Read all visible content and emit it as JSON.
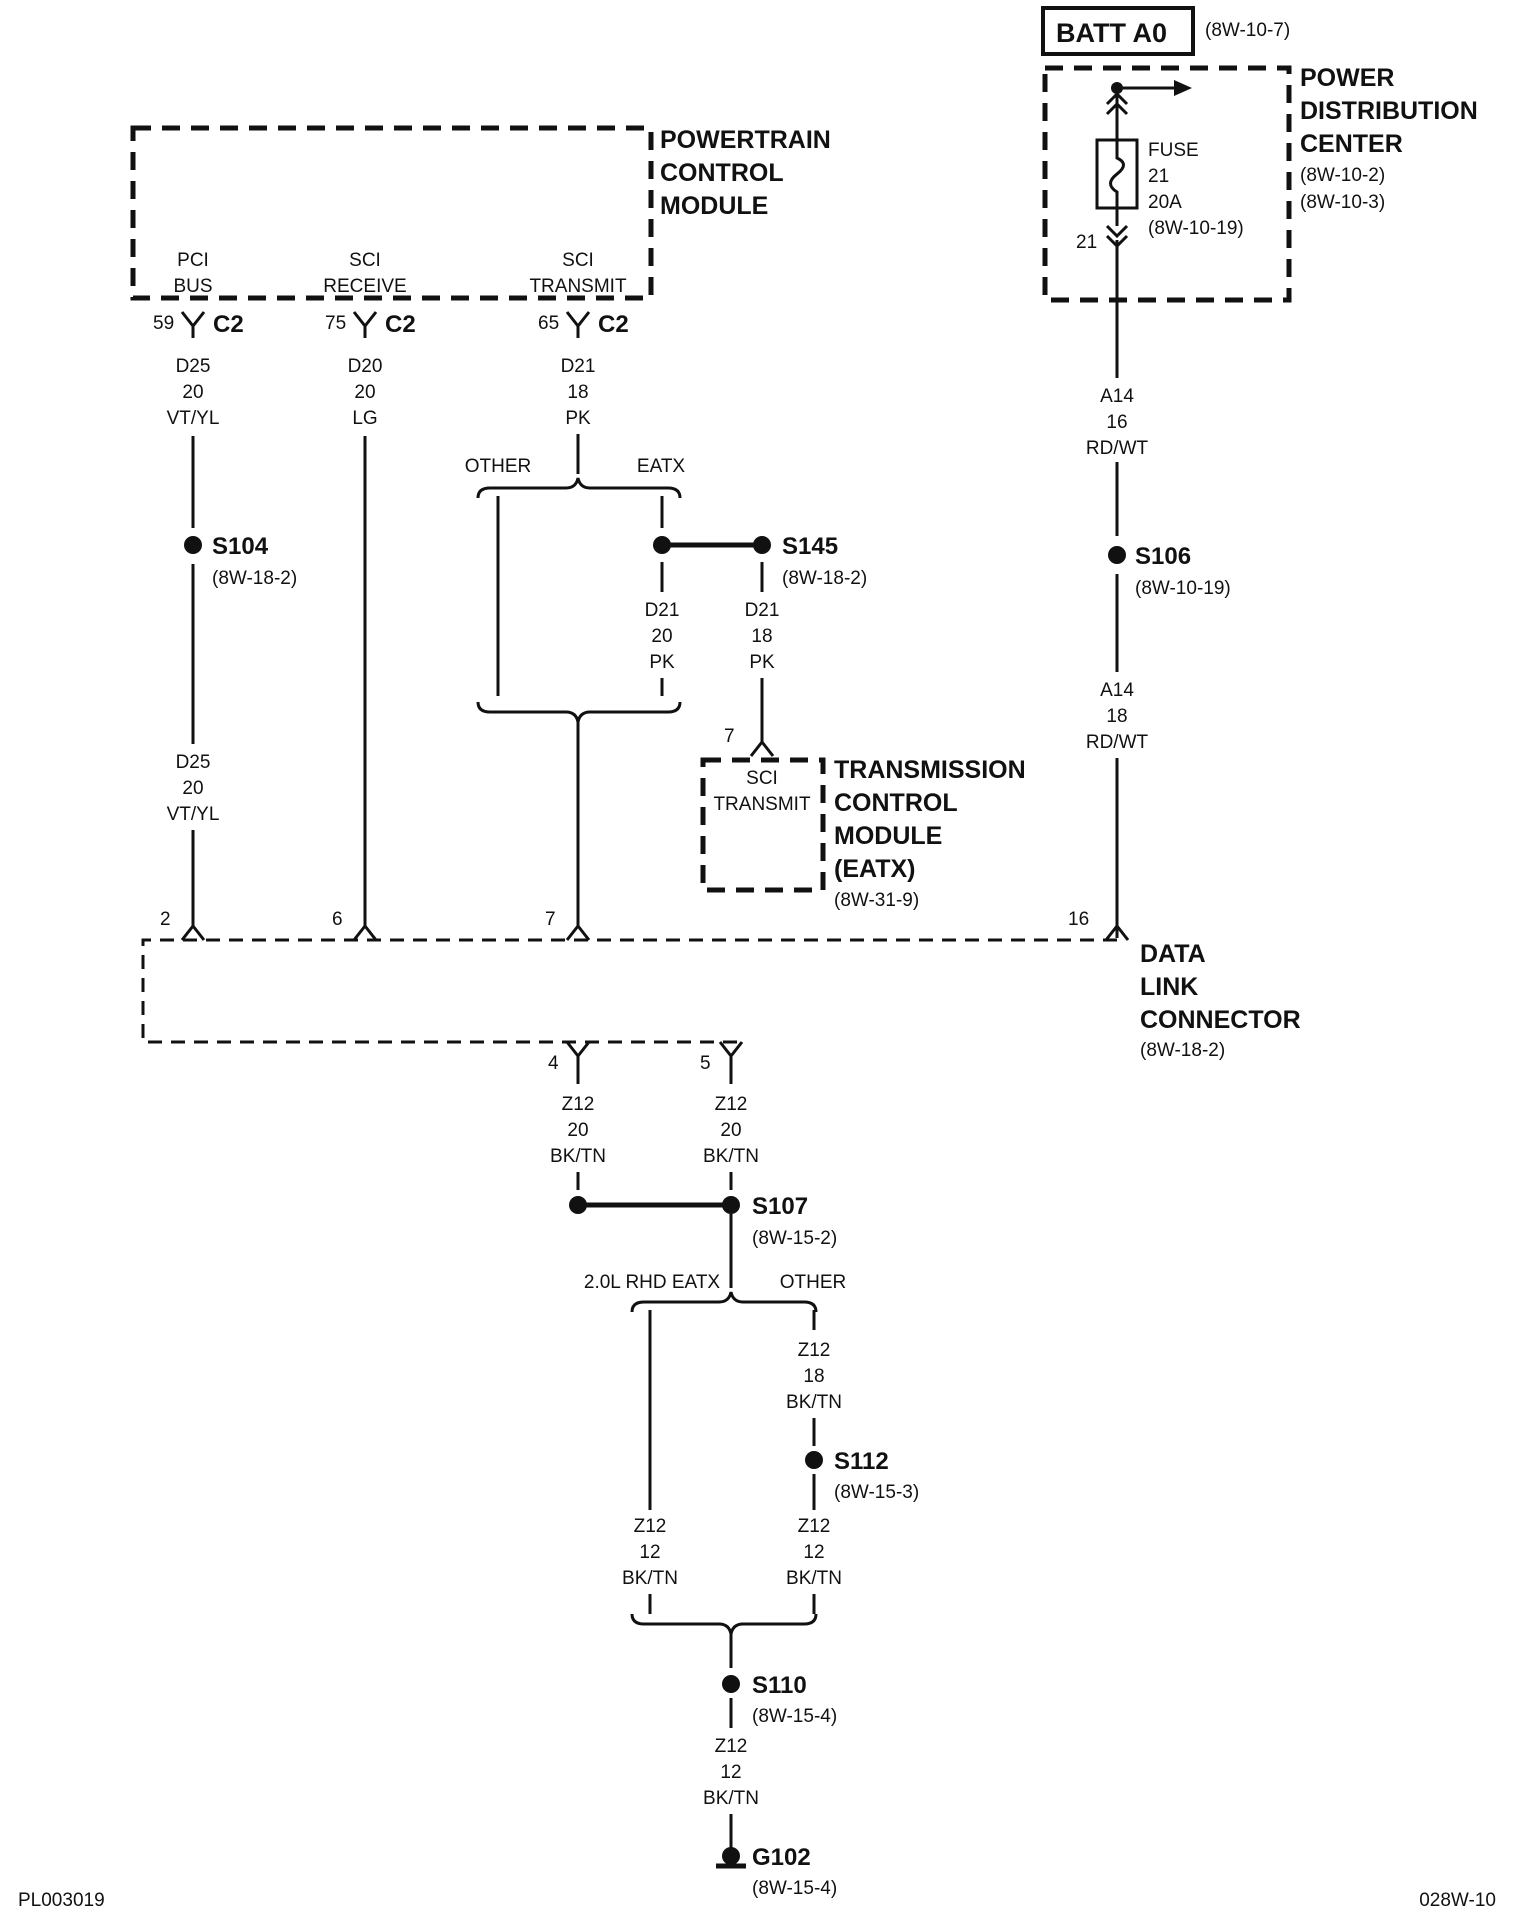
{
  "batt": {
    "name": "BATT A0",
    "ref": "(8W-10-7)"
  },
  "pdc": {
    "title": [
      "POWER",
      "DISTRIBUTION",
      "CENTER"
    ],
    "refs": [
      "(8W-10-2)",
      "(8W-10-3)"
    ],
    "fuse": [
      "FUSE",
      "21",
      "20A",
      "(8W-10-19)"
    ],
    "cavity": "21"
  },
  "pcm": {
    "title": [
      "POWERTRAIN",
      "CONTROL",
      "MODULE"
    ],
    "pins": [
      {
        "label": [
          "PCI",
          "BUS"
        ],
        "num": "59",
        "conn": "C2"
      },
      {
        "label": [
          "SCI",
          "RECEIVE"
        ],
        "num": "75",
        "conn": "C2"
      },
      {
        "label": [
          "SCI",
          "TRANSMIT"
        ],
        "num": "65",
        "conn": "C2"
      }
    ]
  },
  "wires": {
    "d25_top": [
      "D25",
      "20",
      "VT/YL"
    ],
    "d20": [
      "D20",
      "20",
      "LG"
    ],
    "d21_top": [
      "D21",
      "18",
      "PK"
    ],
    "d25_bot": [
      "D25",
      "20",
      "VT/YL"
    ],
    "d21_mid": [
      "D21",
      "20",
      "PK"
    ],
    "d21_tcm": [
      "D21",
      "18",
      "PK"
    ],
    "a14_top": [
      "A14",
      "16",
      "RD/WT"
    ],
    "a14_bot": [
      "A14",
      "18",
      "RD/WT"
    ],
    "z12_left": [
      "Z12",
      "20",
      "BK/TN"
    ],
    "z12_right": [
      "Z12",
      "20",
      "BK/TN"
    ],
    "z12_other": [
      "Z12",
      "18",
      "BK/TN"
    ],
    "z12_rhd": [
      "Z12",
      "12",
      "BK/TN"
    ],
    "z12_s112": [
      "Z12",
      "12",
      "BK/TN"
    ],
    "z12_ground": [
      "Z12",
      "12",
      "BK/TN"
    ]
  },
  "branches": {
    "other": "OTHER",
    "eatx": "EATX",
    "rhd": "2.0L RHD EATX",
    "other2": "OTHER"
  },
  "splices": {
    "s104": {
      "name": "S104",
      "ref": "(8W-18-2)"
    },
    "s145": {
      "name": "S145",
      "ref": "(8W-18-2)"
    },
    "s106": {
      "name": "S106",
      "ref": "(8W-10-19)"
    },
    "s107": {
      "name": "S107",
      "ref": "(8W-15-2)"
    },
    "s112": {
      "name": "S112",
      "ref": "(8W-15-3)"
    },
    "s110": {
      "name": "S110",
      "ref": "(8W-15-4)"
    },
    "g102": {
      "name": "G102",
      "ref": "(8W-15-4)"
    }
  },
  "tcm": {
    "pin": "7",
    "label": [
      "SCI",
      "TRANSMIT"
    ],
    "title": [
      "TRANSMISSION",
      "CONTROL",
      "MODULE",
      "(EATX)"
    ],
    "ref": "(8W-31-9)"
  },
  "dlc": {
    "title": [
      "DATA",
      "LINK",
      "CONNECTOR"
    ],
    "ref": "(8W-18-2)",
    "pins_top": [
      "2",
      "6",
      "7",
      "16"
    ],
    "pins_bottom": [
      "4",
      "5"
    ]
  },
  "footer": {
    "left": "PL003019",
    "right": "028W-10"
  }
}
